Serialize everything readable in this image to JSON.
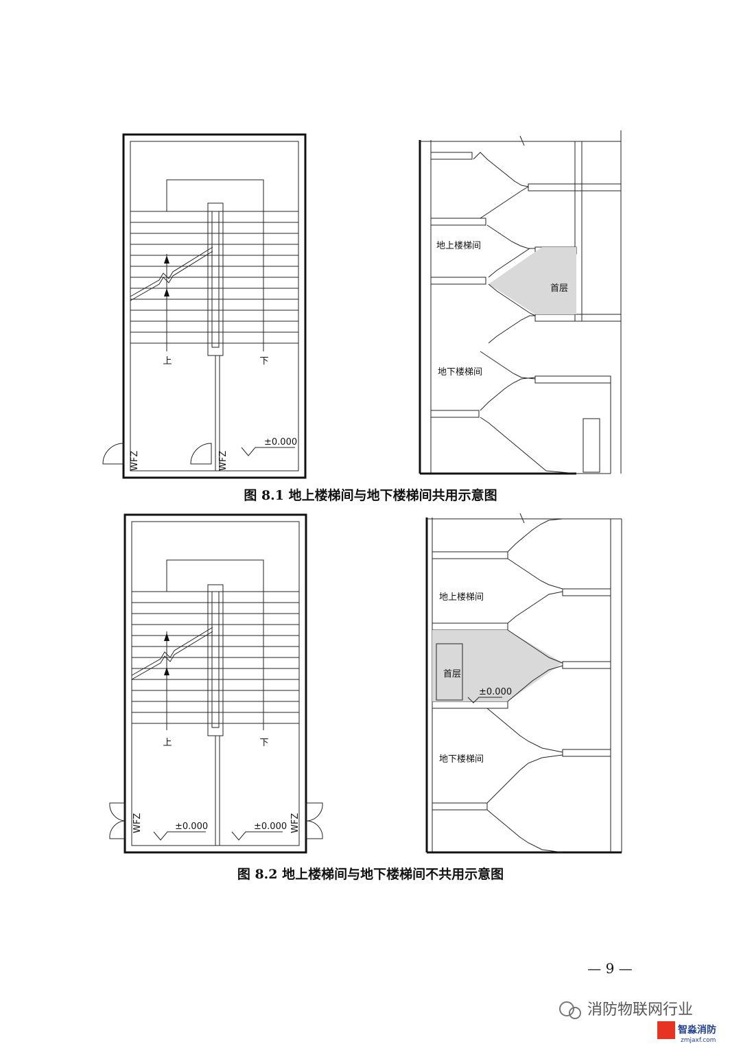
{
  "figure1": {
    "caption": "图 8.1  地上楼梯间与地下楼梯间共用示意图",
    "plan": {
      "up": "上",
      "down": "下",
      "door_code": "WFZ",
      "elevation": "±0.000"
    },
    "section": {
      "above_label": "地上楼梯间",
      "ground_label": "首层",
      "below_label": "地下楼梯间"
    }
  },
  "figure2": {
    "caption": "图 8.2  地上楼梯间与地下楼梯间不共用示意图",
    "plan": {
      "up": "上",
      "down": "下",
      "door_code": "WFZ",
      "elevation_left": "±0.000",
      "elevation_right": "±0.000"
    },
    "section": {
      "above_label": "地上楼梯间",
      "ground_label": "首层",
      "below_label": "地下楼梯间",
      "elevation": "±0.000"
    }
  },
  "page_number": "— 9 —",
  "watermark": {
    "text": "消防物联网行业",
    "logo_text": "智淼消防",
    "logo_url": "zmjaxf.com"
  }
}
